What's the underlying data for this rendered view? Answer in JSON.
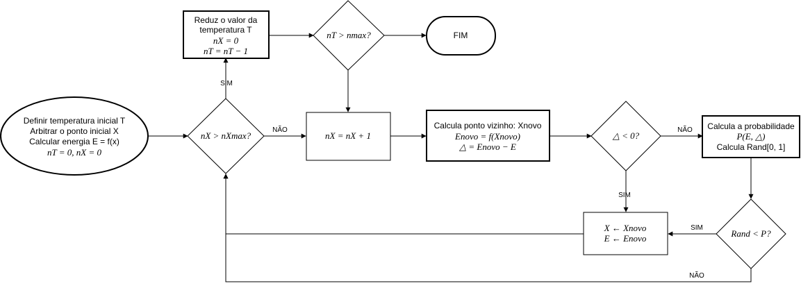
{
  "nodes": {
    "start": [
      "Definir temperatura inicial T",
      "Arbitrar o ponto inicial X",
      "Calcular energia E = f(x)",
      "nT = 0, nX = 0"
    ],
    "reduce": [
      "Reduz o valor da",
      "temperatura T",
      "nX = 0",
      "nT = nT − 1"
    ],
    "nt_decision": [
      "nT > nmax?"
    ],
    "end": [
      "FIM"
    ],
    "nx_decision": [
      "nX > nXmax?"
    ],
    "increment": [
      "nX = nX + 1"
    ],
    "neighbor": [
      "Calcula ponto vizinho: Xnovo",
      "Enovo = f(Xnovo)",
      "△ = Enovo − E"
    ],
    "delta_decision": [
      "△ < 0?"
    ],
    "probability": [
      "Calcula a probabilidade",
      "P(E, △)",
      "Calcula Rand[0, 1]"
    ],
    "accept": [
      "X ← Xnovo",
      "E ← Enovo"
    ],
    "rand_decision": [
      "Rand < P?"
    ]
  },
  "edge_labels": {
    "sim_up": "SIM",
    "nao_right": "NÃO",
    "delta_nao": "NÃO",
    "delta_sim": "SIM",
    "rand_sim": "SIM",
    "rand_nao": "NÃO"
  }
}
